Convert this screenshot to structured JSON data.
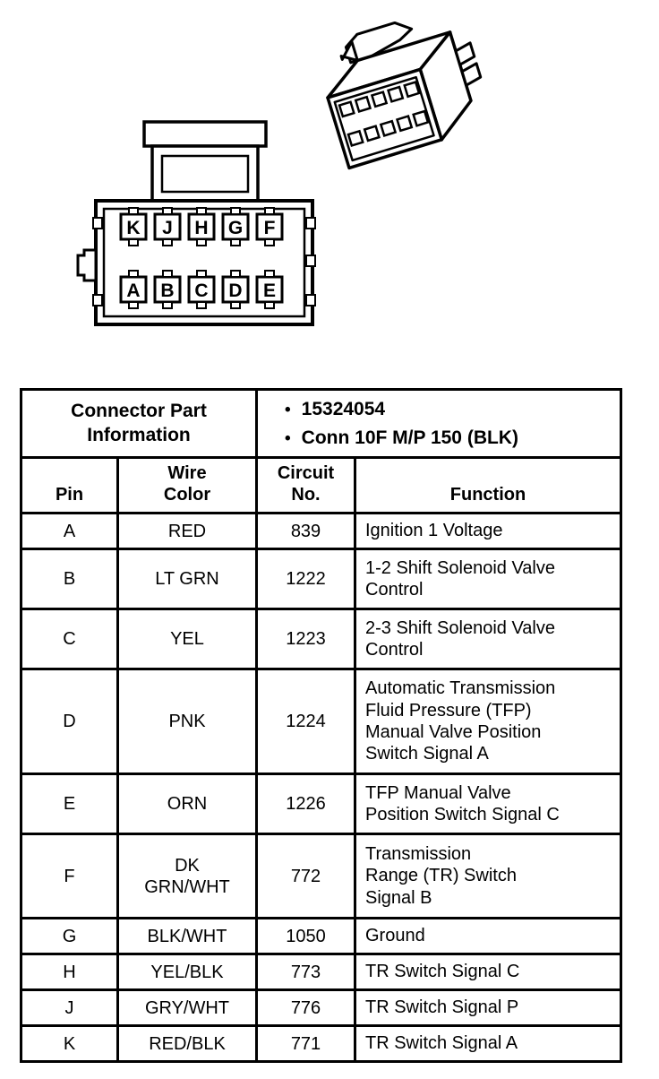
{
  "diagram": {
    "pins_top": [
      "K",
      "J",
      "H",
      "G",
      "F"
    ],
    "pins_bottom": [
      "A",
      "B",
      "C",
      "D",
      "E"
    ]
  },
  "table": {
    "part_info": {
      "label": "Connector Part\nInformation",
      "bullet": "•",
      "items": [
        "15324054",
        "Conn 10F M/P 150 (BLK)"
      ]
    },
    "headers": {
      "pin": "Pin",
      "wire_color": "Wire\nColor",
      "circuit_no": "Circuit\nNo.",
      "function": "Function"
    },
    "rows": [
      {
        "pin": "A",
        "wire_color": "RED",
        "circuit": "839",
        "function": "Ignition 1 Voltage"
      },
      {
        "pin": "B",
        "wire_color": "LT GRN",
        "circuit": "1222",
        "function": "1-2 Shift Solenoid Valve\nControl"
      },
      {
        "pin": "C",
        "wire_color": "YEL",
        "circuit": "1223",
        "function": "2-3 Shift Solenoid Valve\nControl"
      },
      {
        "pin": "D",
        "wire_color": "PNK",
        "circuit": "1224",
        "function": "Automatic Transmission\nFluid Pressure (TFP)\nManual Valve Position\nSwitch Signal A"
      },
      {
        "pin": "E",
        "wire_color": "ORN",
        "circuit": "1226",
        "function": "TFP Manual Valve\nPosition Switch Signal C"
      },
      {
        "pin": "F",
        "wire_color": "DK\nGRN/WHT",
        "circuit": "772",
        "function": "Transmission\nRange (TR) Switch\nSignal B"
      },
      {
        "pin": "G",
        "wire_color": "BLK/WHT",
        "circuit": "1050",
        "function": "Ground"
      },
      {
        "pin": "H",
        "wire_color": "YEL/BLK",
        "circuit": "773",
        "function": "TR Switch Signal C"
      },
      {
        "pin": "J",
        "wire_color": "GRY/WHT",
        "circuit": "776",
        "function": "TR Switch Signal P"
      },
      {
        "pin": "K",
        "wire_color": "RED/BLK",
        "circuit": "771",
        "function": "TR Switch Signal A"
      }
    ]
  }
}
